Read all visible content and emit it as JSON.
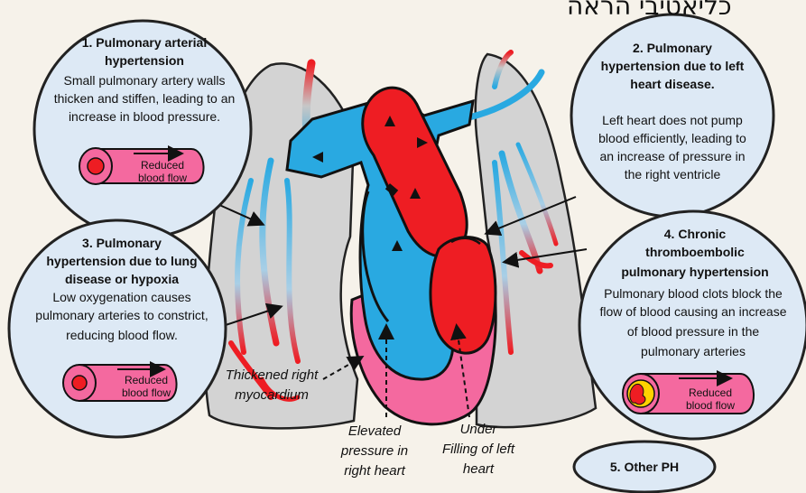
{
  "header_fragment": "כליאטיבי הראה",
  "panels": {
    "p1": {
      "title_line1": "1.   Pulmonary arterial",
      "title_line2": "hypertension",
      "body": [
        "Small pulmonary artery walls",
        "thicken and stiffen, leading to an",
        "increase in blood pressure."
      ],
      "vessel_label": [
        "Reduced",
        "blood flow"
      ]
    },
    "p2": {
      "title": [
        "2. Pulmonary",
        "hypertension due to left",
        "heart disease."
      ],
      "body": [
        "Left heart does not pump",
        "blood efficiently, leading to",
        "an increase of pressure in",
        "the right ventricle"
      ]
    },
    "p3": {
      "title": [
        "3. Pulmonary",
        "hypertension due to lung",
        "disease or hypoxia"
      ],
      "body": [
        "Low oxygenation causes",
        "pulmonary arteries to constrict,",
        "reducing blood flow."
      ],
      "vessel_label": [
        "Reduced",
        "blood flow"
      ]
    },
    "p4": {
      "title": [
        "4. Chronic",
        "thromboembolic",
        "pulmonary hypertension"
      ],
      "body": [
        "Pulmonary blood clots block the",
        "flow of blood causing an increase",
        "of blood pressure in the",
        "pulmonary arteries"
      ],
      "vessel_label": [
        "Reduced",
        "blood flow"
      ]
    },
    "p5": {
      "title": "5. Other PH"
    }
  },
  "annotations": {
    "thickened": [
      "Thickened right",
      "myocardium"
    ],
    "elevated": [
      "Elevated",
      "pressure in",
      "right heart"
    ],
    "under": [
      "Under",
      "Filling of left",
      "heart"
    ]
  },
  "colors": {
    "lung": "#d3d3d3",
    "artery_blue": "#29a9e1",
    "vessel_red": "#ee1d23",
    "myocardium_pink": "#f4699f",
    "panel_fill": "#dde9f5",
    "clot_yellow": "#ffd200"
  }
}
